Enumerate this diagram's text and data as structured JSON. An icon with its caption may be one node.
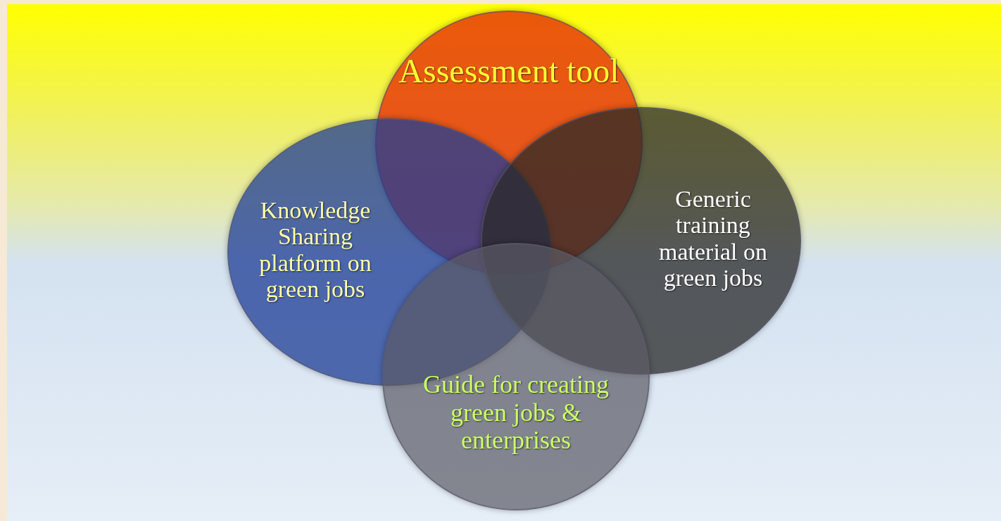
{
  "diagram": {
    "nodes": [
      {
        "text": [
          "Assessment tool"
        ]
      },
      {
        "text": [
          "Knowledge Sharing platform on green jobs"
        ]
      },
      {
        "text": [
          "Generic training material on green jobs"
        ]
      },
      {
        "text": [
          "Guide for creating green jobs & enterprises"
        ]
      }
    ]
  }
}
